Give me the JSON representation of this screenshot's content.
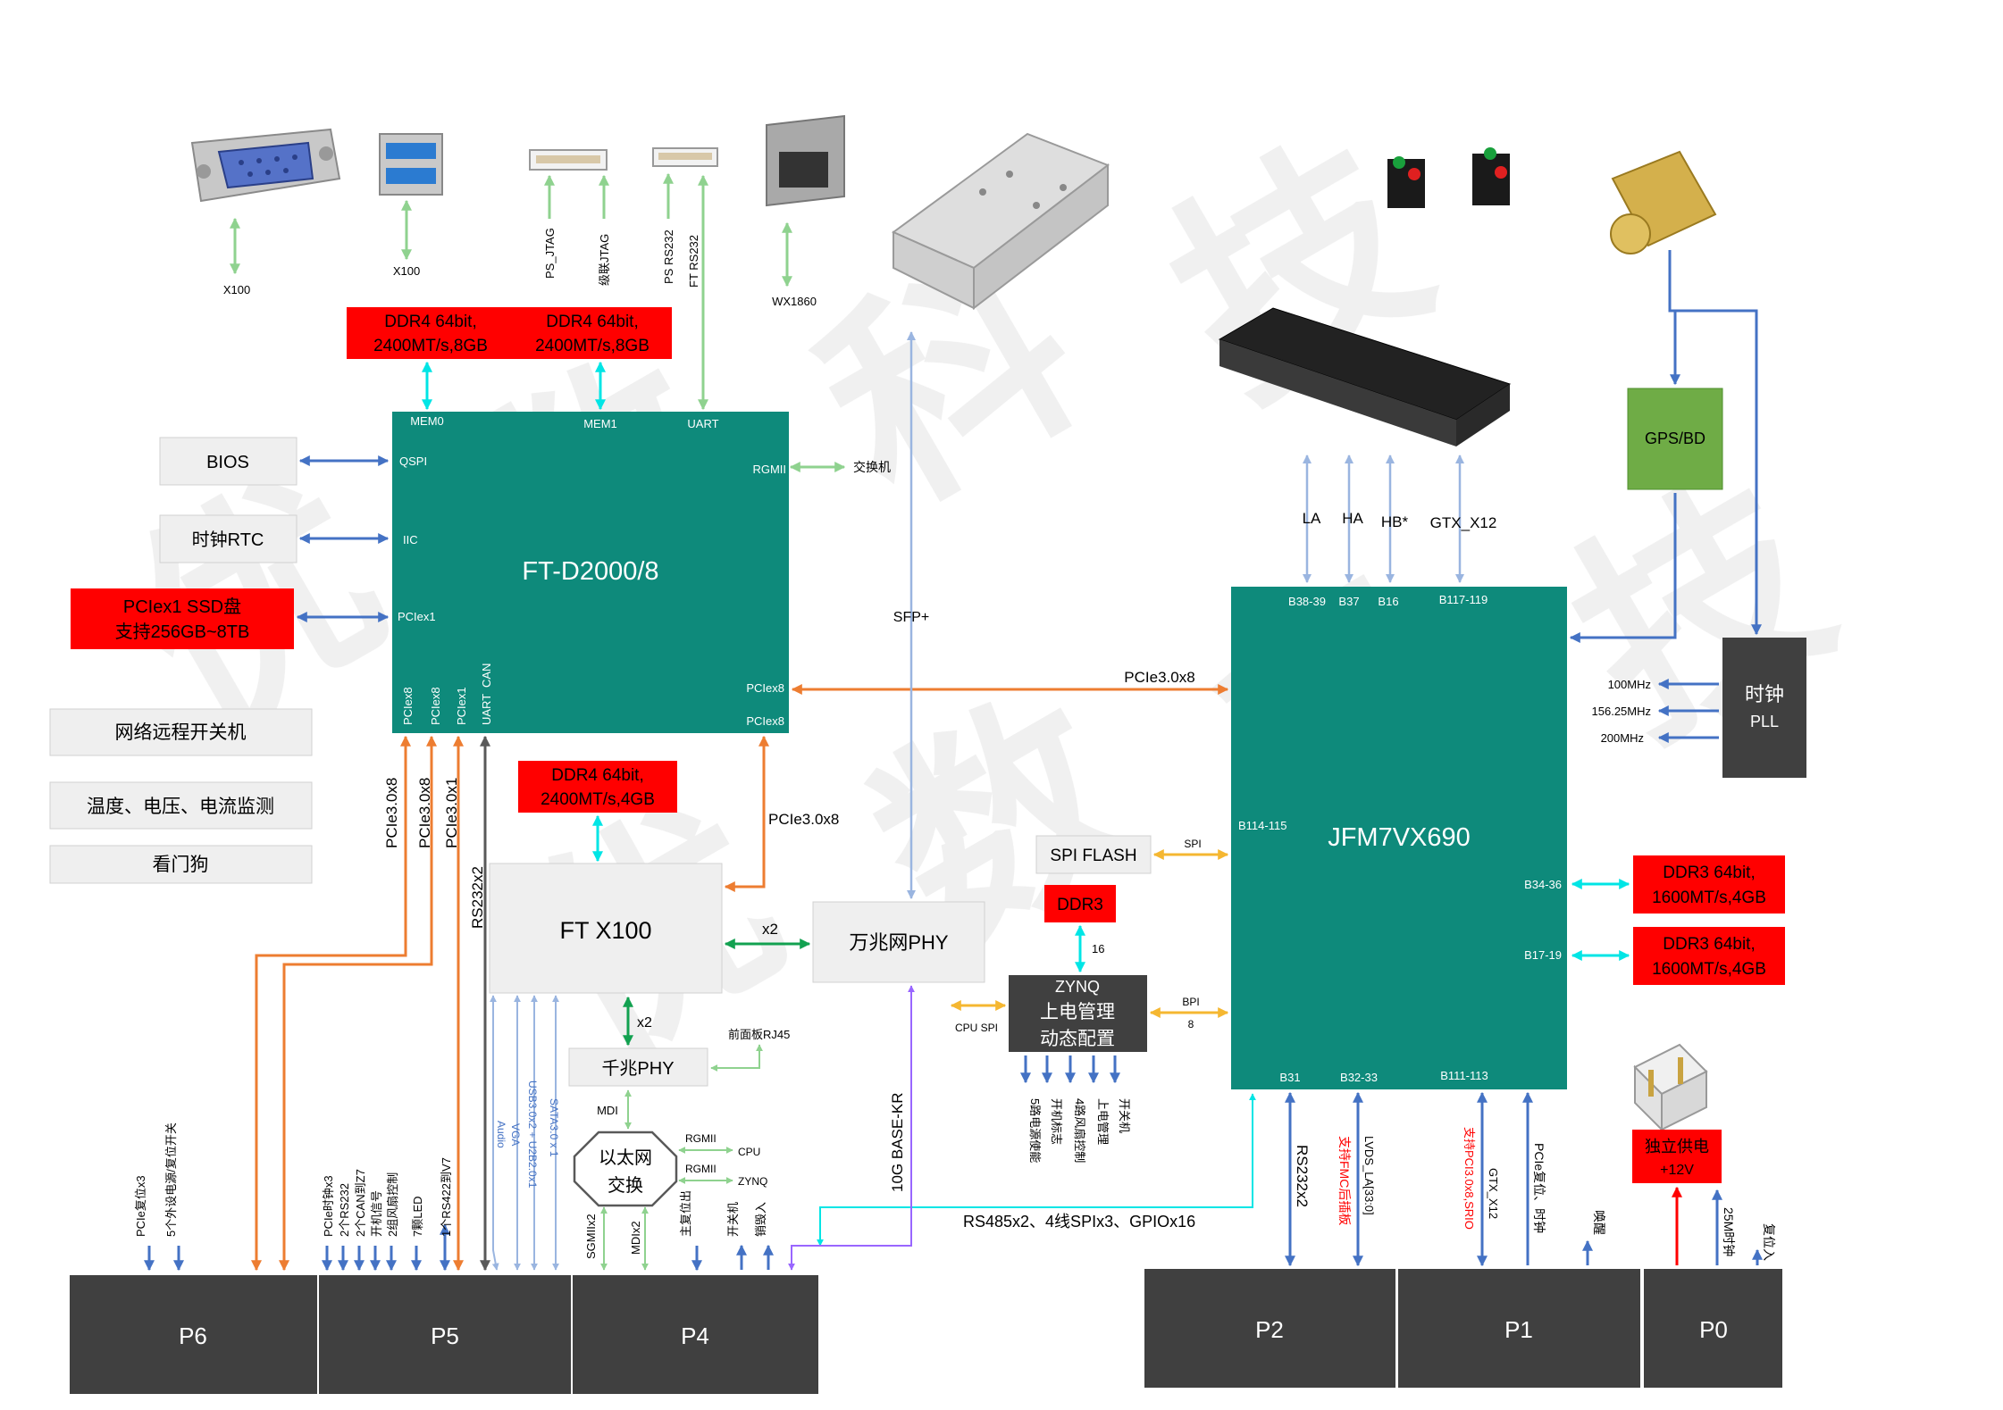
{
  "ft_d2000": {
    "title": "FT-D2000/8",
    "pin_mem0": "MEM0",
    "pin_mem1": "MEM1",
    "pin_uart": "UART",
    "pin_qspi": "QSPI",
    "pin_iic": "IIC",
    "pin_pciex1_left": "PCIex1",
    "pin_rgmii": "RGMII",
    "pin_pciex8_right1": "PCIex8",
    "pin_pciex8_right2": "PCIex8",
    "pin_bottom": [
      "PCIex8",
      "PCIex8",
      "PCIex1",
      "UART",
      "CAN"
    ]
  },
  "jfm": {
    "title": "JFM7VX690",
    "pin_b3839": "B38-39",
    "pin_b37": "B37",
    "pin_b16": "B16",
    "pin_b117": "B117-119",
    "pin_b114": "B114-115",
    "pin_b3436": "B34-36",
    "pin_b1719": "B17-19",
    "pin_b31": "B31",
    "pin_b3233": "B32-33",
    "pin_b111": "B111-113"
  },
  "ft_x100": {
    "title": "FT X100"
  },
  "phy_10g": {
    "title": "万兆网PHY"
  },
  "phy_1g": {
    "title": "千兆PHY"
  },
  "eth_switch": {
    "line1": "以太网",
    "line2": "交换"
  },
  "zynq": {
    "line1": "ZYNQ",
    "line2": "上电管理",
    "line3": "动态配置"
  },
  "spi_flash": {
    "title": "SPI FLASH"
  },
  "ddr3_small": {
    "title": "DDR3"
  },
  "gps": {
    "title": "GPS/BD"
  },
  "clock_pll": {
    "line1": "时钟",
    "line2": "PLL"
  },
  "left_boxes": {
    "bios": "BIOS",
    "rtc": "时钟RTC",
    "ssd_line1": "PCIex1 SSD盘",
    "ssd_line2": "支持256GB~8TB",
    "remote": "网络远程开关机",
    "monitor": "温度、电压、电流监测",
    "watchdog": "看门狗"
  },
  "memory": {
    "ddr4_a_l1": "DDR4 64bit,",
    "ddr4_a_l2": "2400MT/s,8GB",
    "ddr4_b_l1": "DDR4 64bit,",
    "ddr4_b_l2": "2400MT/s,8GB",
    "ddr4_c_l1": "DDR4 64bit,",
    "ddr4_c_l2": "2400MT/s,4GB",
    "ddr3_a_l1": "DDR3 64bit,",
    "ddr3_a_l2": "1600MT/s,4GB",
    "ddr3_b_l1": "DDR3 64bit,",
    "ddr3_b_l2": "1600MT/s,4GB"
  },
  "power_box": {
    "line1": "独立供电",
    "line2": "+12V"
  },
  "connectors": {
    "p6": "P6",
    "p5": "P5",
    "p4": "P4",
    "p2": "P2",
    "p1": "P1",
    "p0": "P0"
  },
  "top_labels": {
    "vga_x100": "X100",
    "usb_x100": "X100",
    "ps_jtag": "PS_JTAG",
    "cascade_jtag": "级联JTAG",
    "ps_rs232": "PS RS232",
    "ft_rs232": "FT RS232",
    "wx1860": "WX1860",
    "switch": "交换机",
    "sfp": "SFP+",
    "la": "LA",
    "ha": "HA",
    "hb": "HB*",
    "gtx12": "GTX_X12"
  },
  "link_labels": {
    "pcie_main": "PCIe3.0x8",
    "pcie_x100": "PCIe3.0x8",
    "pcie_v1": "PCIe3.0x8",
    "pcie_v2": "PCIe3.0x8",
    "pcie_v3": "PCIe3.0x1",
    "rs232x2": "RS232x2",
    "x2_phy": "x2",
    "x2_gig": "x2",
    "front_rj45": "前面板RJ45",
    "mdi": "MDI",
    "rgmii_cpu": "RGMII",
    "cpu": "CPU",
    "rgmii_zynq": "RGMII",
    "zynq": "ZYNQ",
    "spi": "SPI",
    "bpi": "BPI",
    "bpi8": "8",
    "cpu_spi": "CPU SPI",
    "ddr3_16": "16",
    "base_kr": "10G BASE-KR",
    "rs485": "RS485x2、4线SPIx3、GPIOx16",
    "rs232x2_p2": "RS232x2",
    "fmc": "支持FMC后插板",
    "lvds": "LVDS_LA[33:0]",
    "pcie_srio": "支持PCI3.0x8,SRIO",
    "gtx_x12": "GTX_X12",
    "pcie_reset": "PCIe复位、时钟",
    "wakeup": "唤醒",
    "clk25": "25M时钟",
    "reset_in": "复位入",
    "f100": "100MHz",
    "f156": "156.25MHz",
    "f200": "200MHz",
    "usb30": "USB3.0x2 + U2B2.0x1",
    "sata": "SATA3.0 x 1",
    "vga": "VGA",
    "audio": "Audio"
  },
  "zynq_out": [
    "5路电源使能",
    "开机标志",
    "4路风扇控制",
    "上电管理",
    "开关机"
  ],
  "p6_labels": [
    "PCIe复位x3",
    "5个外设电源/复位开关"
  ],
  "p5_labels": [
    "PCIe时钟x3",
    "2个RS232",
    "2个CAN到Z7",
    "开机信号",
    "2组风扇控制",
    "7颗LED",
    "1个RS422到V7"
  ],
  "p4_labels": [
    "SGMIIx2",
    "MDIx2",
    "主复位出",
    "开关机",
    "销毁入"
  ],
  "watermark": [
    "优",
    "数",
    "科",
    "技"
  ],
  "colors": {
    "teal": "#0e8a7b",
    "red": "#ff0000",
    "dark": "#404040",
    "gray_box": "#efefef",
    "green": "#6fac46",
    "blue": "#4472c4",
    "orange": "#ed7d31",
    "cyan": "#00e5e5",
    "yellow": "#f5b731",
    "light_green": "#8fd28f",
    "dark_green": "#12a150",
    "purple": "#9966ff",
    "light_blue": "#9ab5e0",
    "dark_gray": "#595959"
  }
}
